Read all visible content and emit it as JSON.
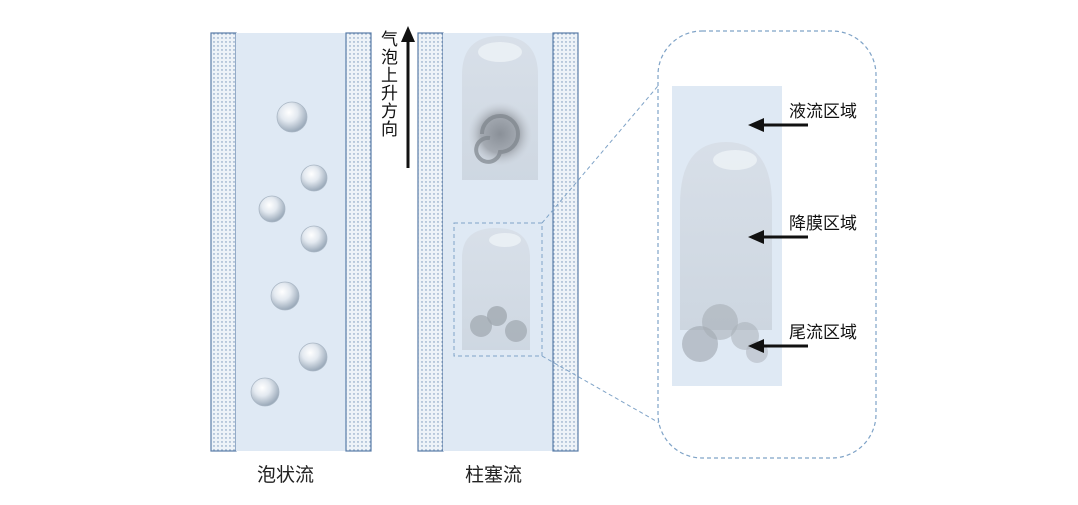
{
  "diagram": {
    "left_caption": "泡状流",
    "middle_caption": "柱塞流",
    "rise_direction_label": "气泡上升方向",
    "zone_labels": {
      "liquid": "液流区域",
      "film": "降膜区域",
      "wake": "尾流区域"
    },
    "colors": {
      "fluid": "#dfe9f4",
      "wall": "#eef3f8",
      "wall_border": "#5a7da8",
      "bubble": "#cfd8e2",
      "dashed": "#7fa3c7"
    }
  }
}
